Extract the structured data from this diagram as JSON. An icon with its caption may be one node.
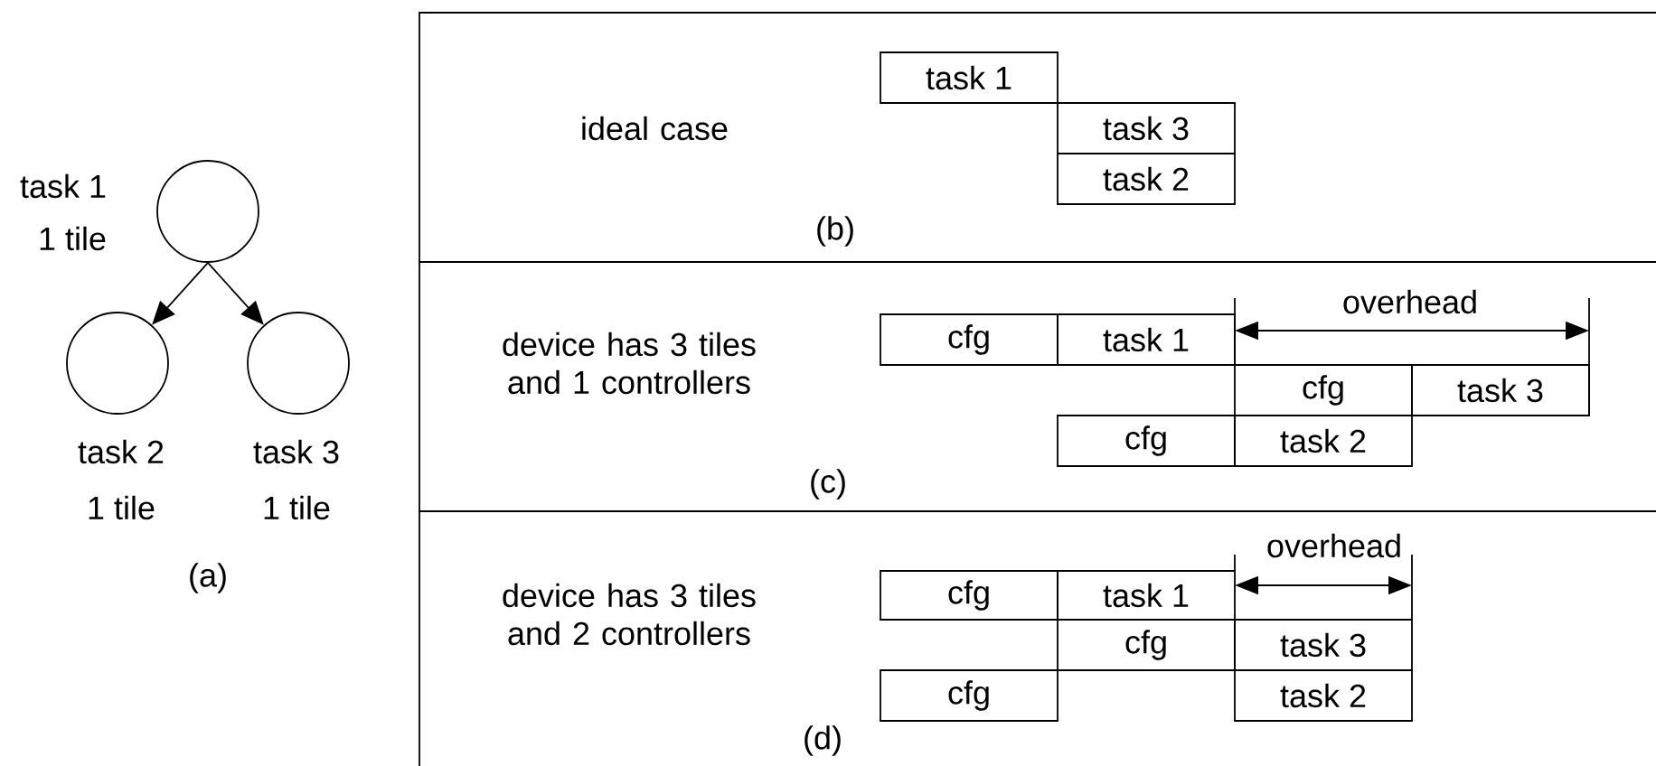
{
  "diagram": {
    "nodes": [
      {
        "text": [],
        "shape": "circle",
        "beside": [
          "task 1",
          "1 tile"
        ]
      },
      {
        "text": [],
        "shape": "circle",
        "beside": [
          "task 2",
          "1 tile"
        ]
      },
      {
        "text": [],
        "shape": "circle",
        "beside": [
          "task 3",
          "1 tile"
        ]
      },
      {
        "text": [
          "ideal case",
          "(b)"
        ]
      },
      {
        "text": [
          "task 1"
        ],
        "in": 3
      },
      {
        "text": [
          "task 3"
        ],
        "in": 3
      },
      {
        "text": [
          "task 2"
        ],
        "in": 3
      },
      {
        "text": [
          "device has 3 tiles and 1 controllers",
          "(c)"
        ]
      },
      {
        "text": [
          "cfg"
        ],
        "in": 7
      },
      {
        "text": [
          "task 1"
        ],
        "in": 7
      },
      {
        "text": [
          "cfg"
        ],
        "in": 7
      },
      {
        "text": [
          "task 3"
        ],
        "in": 7
      },
      {
        "text": [
          "cfg"
        ],
        "in": 7
      },
      {
        "text": [
          "task 2"
        ],
        "in": 7
      },
      {
        "text": [
          "device has 3 tiles and 2 controllers",
          "(d)"
        ]
      },
      {
        "text": [
          "cfg"
        ],
        "in": 14
      },
      {
        "text": [
          "task 1"
        ],
        "in": 14
      },
      {
        "text": [
          "cfg"
        ],
        "in": 14
      },
      {
        "text": [
          "task 3"
        ],
        "in": 14
      },
      {
        "text": [
          "cfg"
        ],
        "in": 14
      },
      {
        "text": [
          "task 2"
        ],
        "in": 14
      }
    ],
    "edges": [
      {
        "from": 0,
        "to": 1,
        "arrow": "to"
      },
      {
        "from": 0,
        "to": 2,
        "arrow": "to"
      }
    ],
    "labels": [
      "(a)",
      "overhead",
      "overhead"
    ]
  }
}
